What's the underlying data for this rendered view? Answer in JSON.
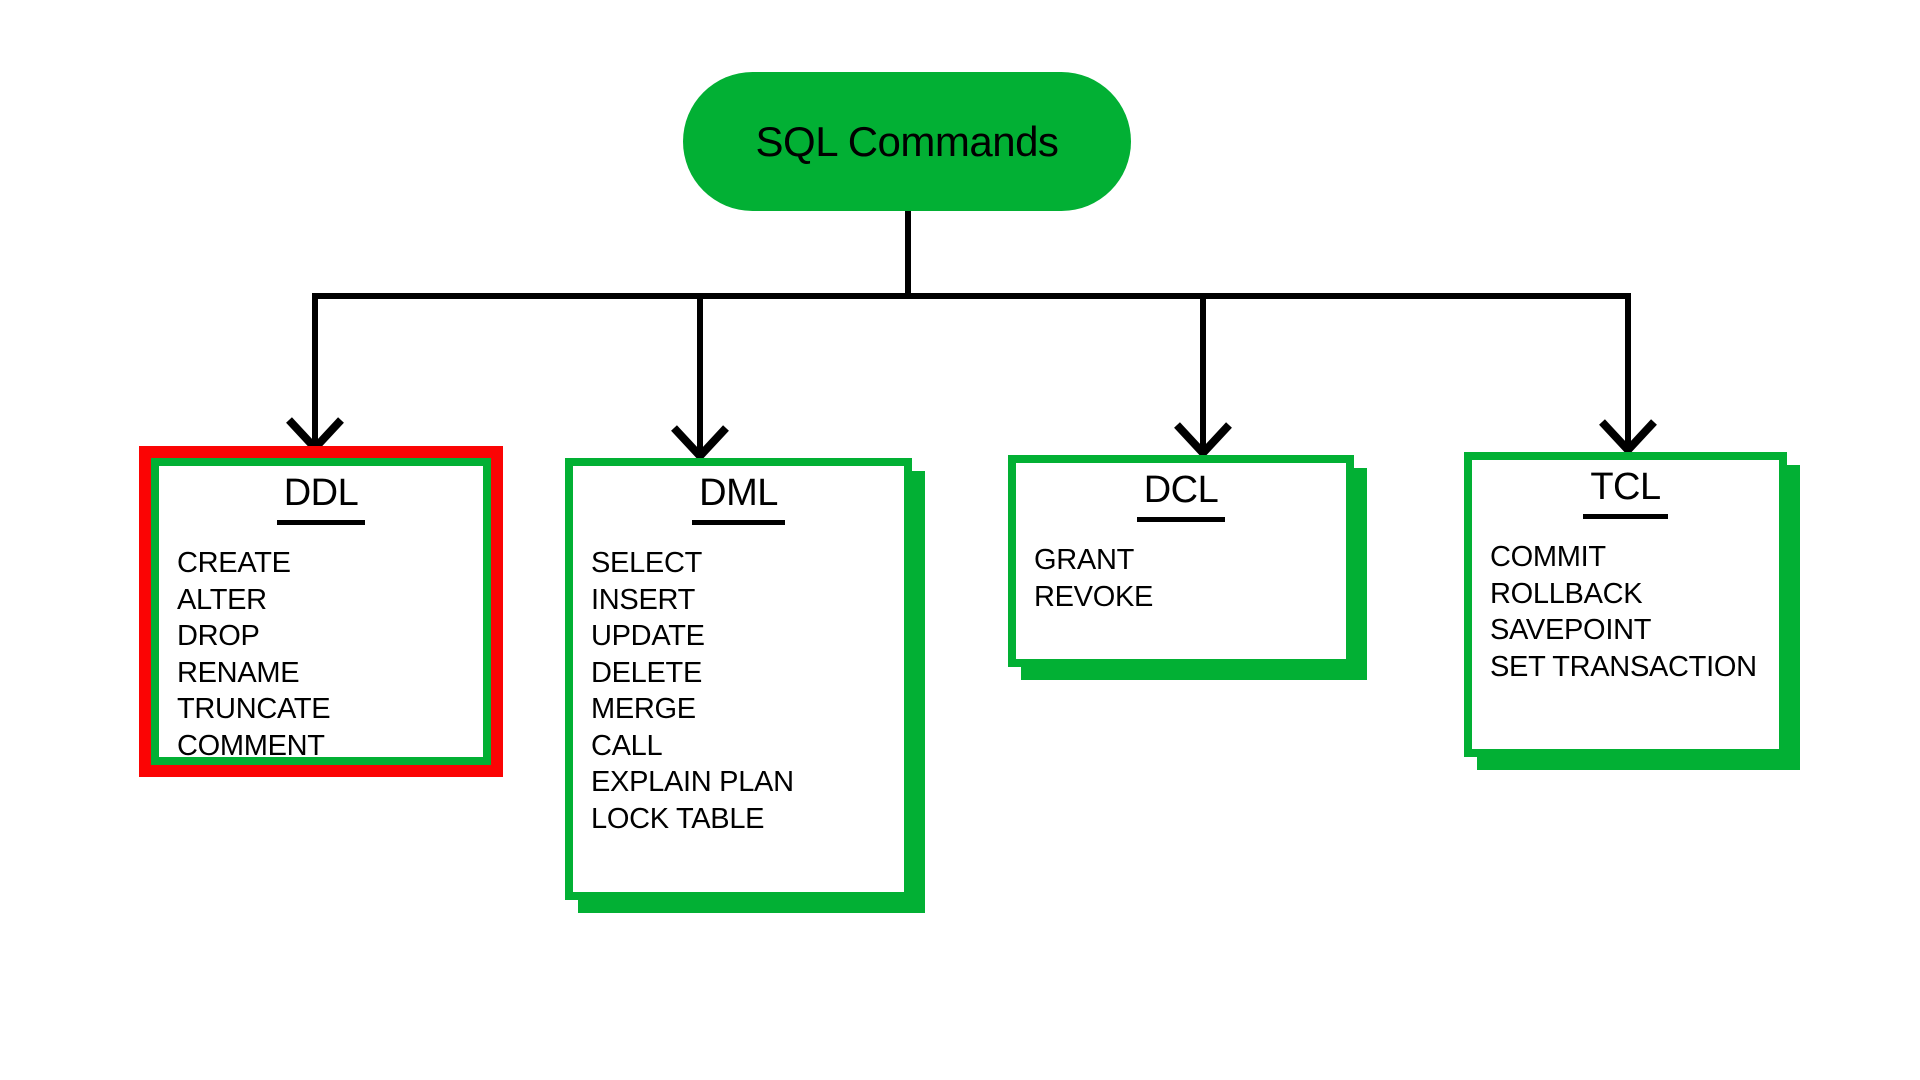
{
  "diagram": {
    "root_label": "SQL Commands",
    "branches": [
      {
        "key": "ddl",
        "label": "DDL",
        "highlighted": true,
        "items": [
          "CREATE",
          "ALTER",
          "DROP",
          "RENAME",
          "TRUNCATE",
          "COMMENT"
        ]
      },
      {
        "key": "dml",
        "label": "DML",
        "highlighted": false,
        "items": [
          "SELECT",
          "INSERT",
          "UPDATE",
          "DELETE",
          "MERGE",
          "CALL",
          "EXPLAIN PLAN",
          "LOCK TABLE"
        ]
      },
      {
        "key": "dcl",
        "label": "DCL",
        "highlighted": false,
        "items": [
          "GRANT",
          "REVOKE"
        ]
      },
      {
        "key": "tcl",
        "label": "TCL",
        "highlighted": false,
        "items": [
          "COMMIT",
          "ROLLBACK",
          "SAVEPOINT",
          "SET TRANSACTION"
        ]
      }
    ],
    "colors": {
      "green": "#02B034",
      "red": "#FB0404",
      "line": "#000000",
      "bg": "#FFFFFF"
    }
  }
}
